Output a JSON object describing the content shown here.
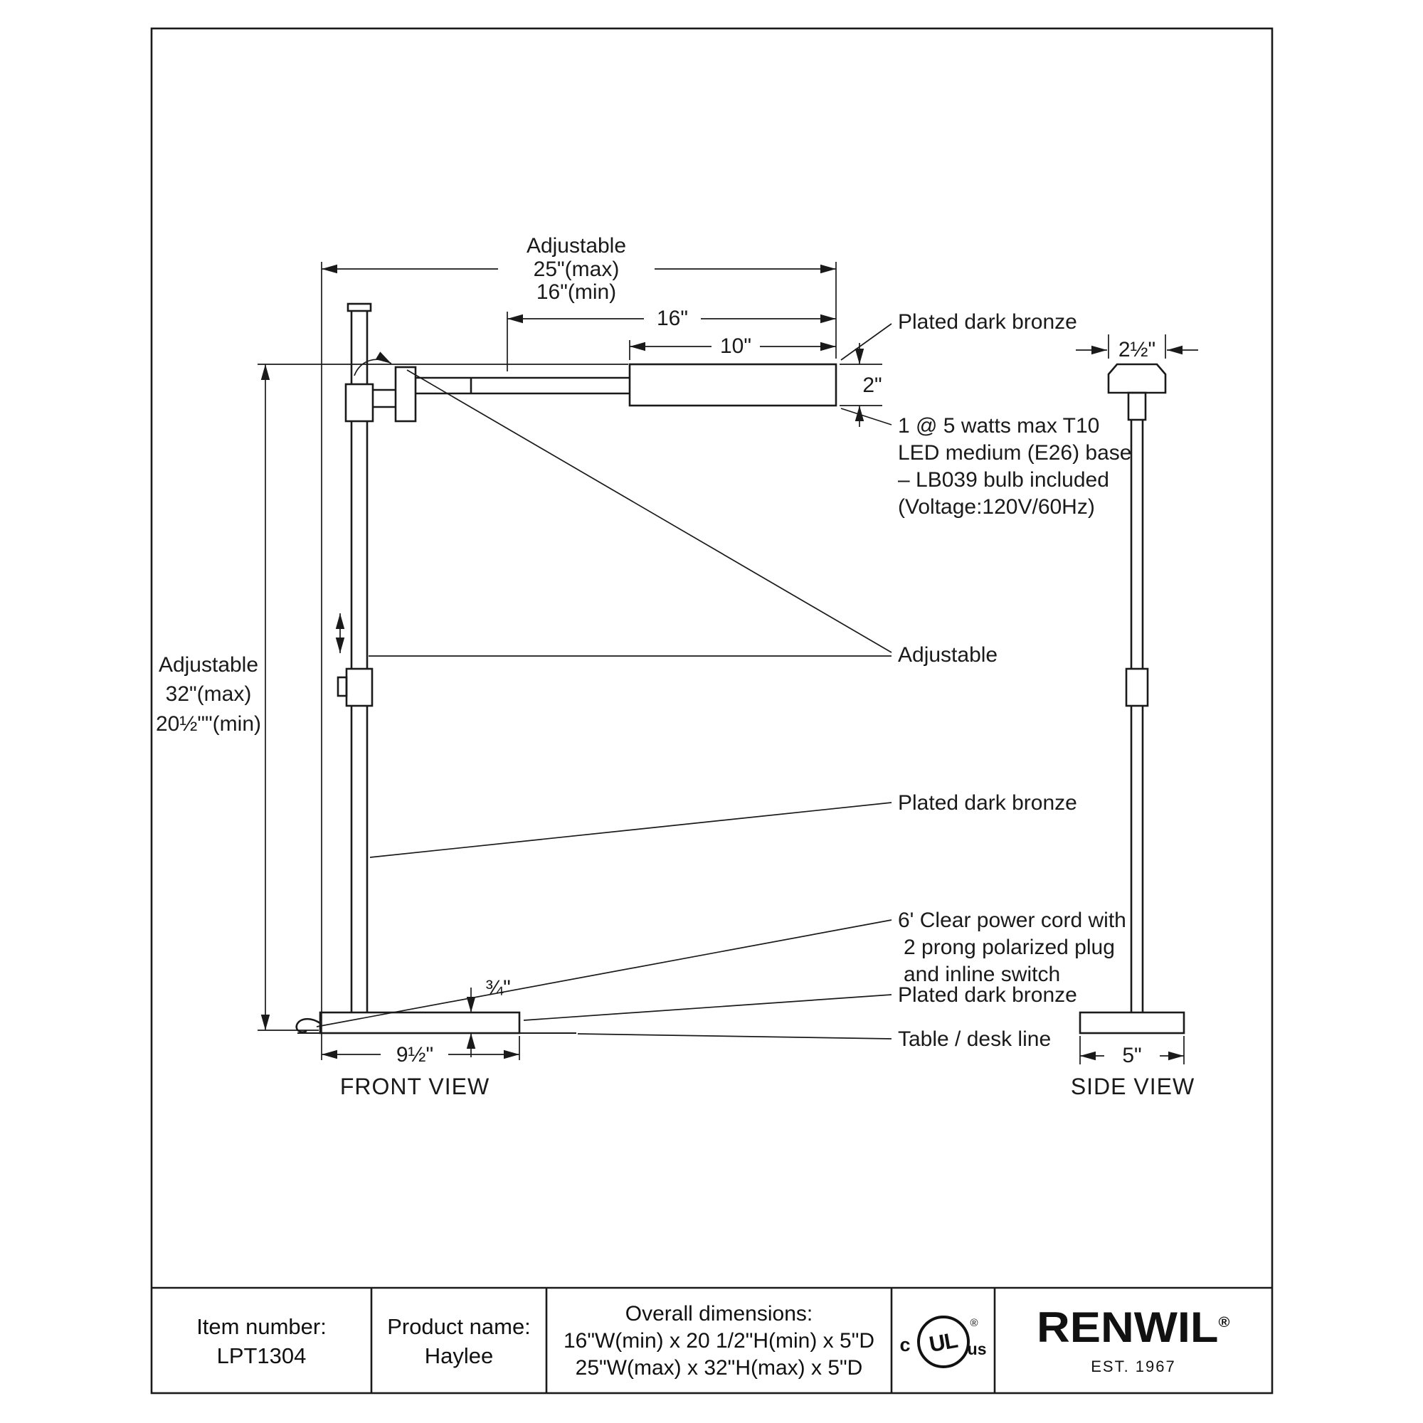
{
  "views": {
    "front": "FRONT VIEW",
    "side": "SIDE VIEW"
  },
  "dims": {
    "top_label": "Adjustable",
    "top_max": "25\"(max)",
    "top_min": "16\"(min)",
    "arm": "16\"",
    "head_w": "10\"",
    "head_h": "2\"",
    "left_label": "Adjustable",
    "left_max": "32\"(max)",
    "left_min": "20½\"\"(min)",
    "base_t": "¾\"",
    "base_w": "9½\"",
    "side_head_w": "2½\"",
    "side_base_w": "5\""
  },
  "annos": {
    "head_finish": "Plated dark bronze",
    "bulb": [
      "1 @ 5 watts max T10",
      "LED medium (E26) base",
      "– LB039 bulb included",
      "(Voltage:120V/60Hz)"
    ],
    "adjustable": "Adjustable",
    "pole_finish": "Plated dark bronze",
    "cord": [
      "6' Clear power cord with",
      "2 prong polarized plug",
      "and inline switch"
    ],
    "base_finish": "Plated dark bronze",
    "table": "Table / desk line"
  },
  "title_block": {
    "item_label": "Item number:",
    "item_value": "LPT1304",
    "product_label": "Product name:",
    "product_value": "Haylee",
    "dims_label": "Overall dimensions:",
    "dims_line1": "16\"W(min) x 20 1/2\"H(min) x 5\"D",
    "dims_line2": "25\"W(max) x 32\"H(max) x 5\"D",
    "ul_c": "c",
    "ul_text": "UL",
    "ul_us": "us",
    "ul_r": "®",
    "brand": "RENWIL",
    "brand_r": "®",
    "est": "EST. 1967"
  },
  "colors": {
    "ink": "#1a1a1a",
    "paper": "#ffffff"
  }
}
